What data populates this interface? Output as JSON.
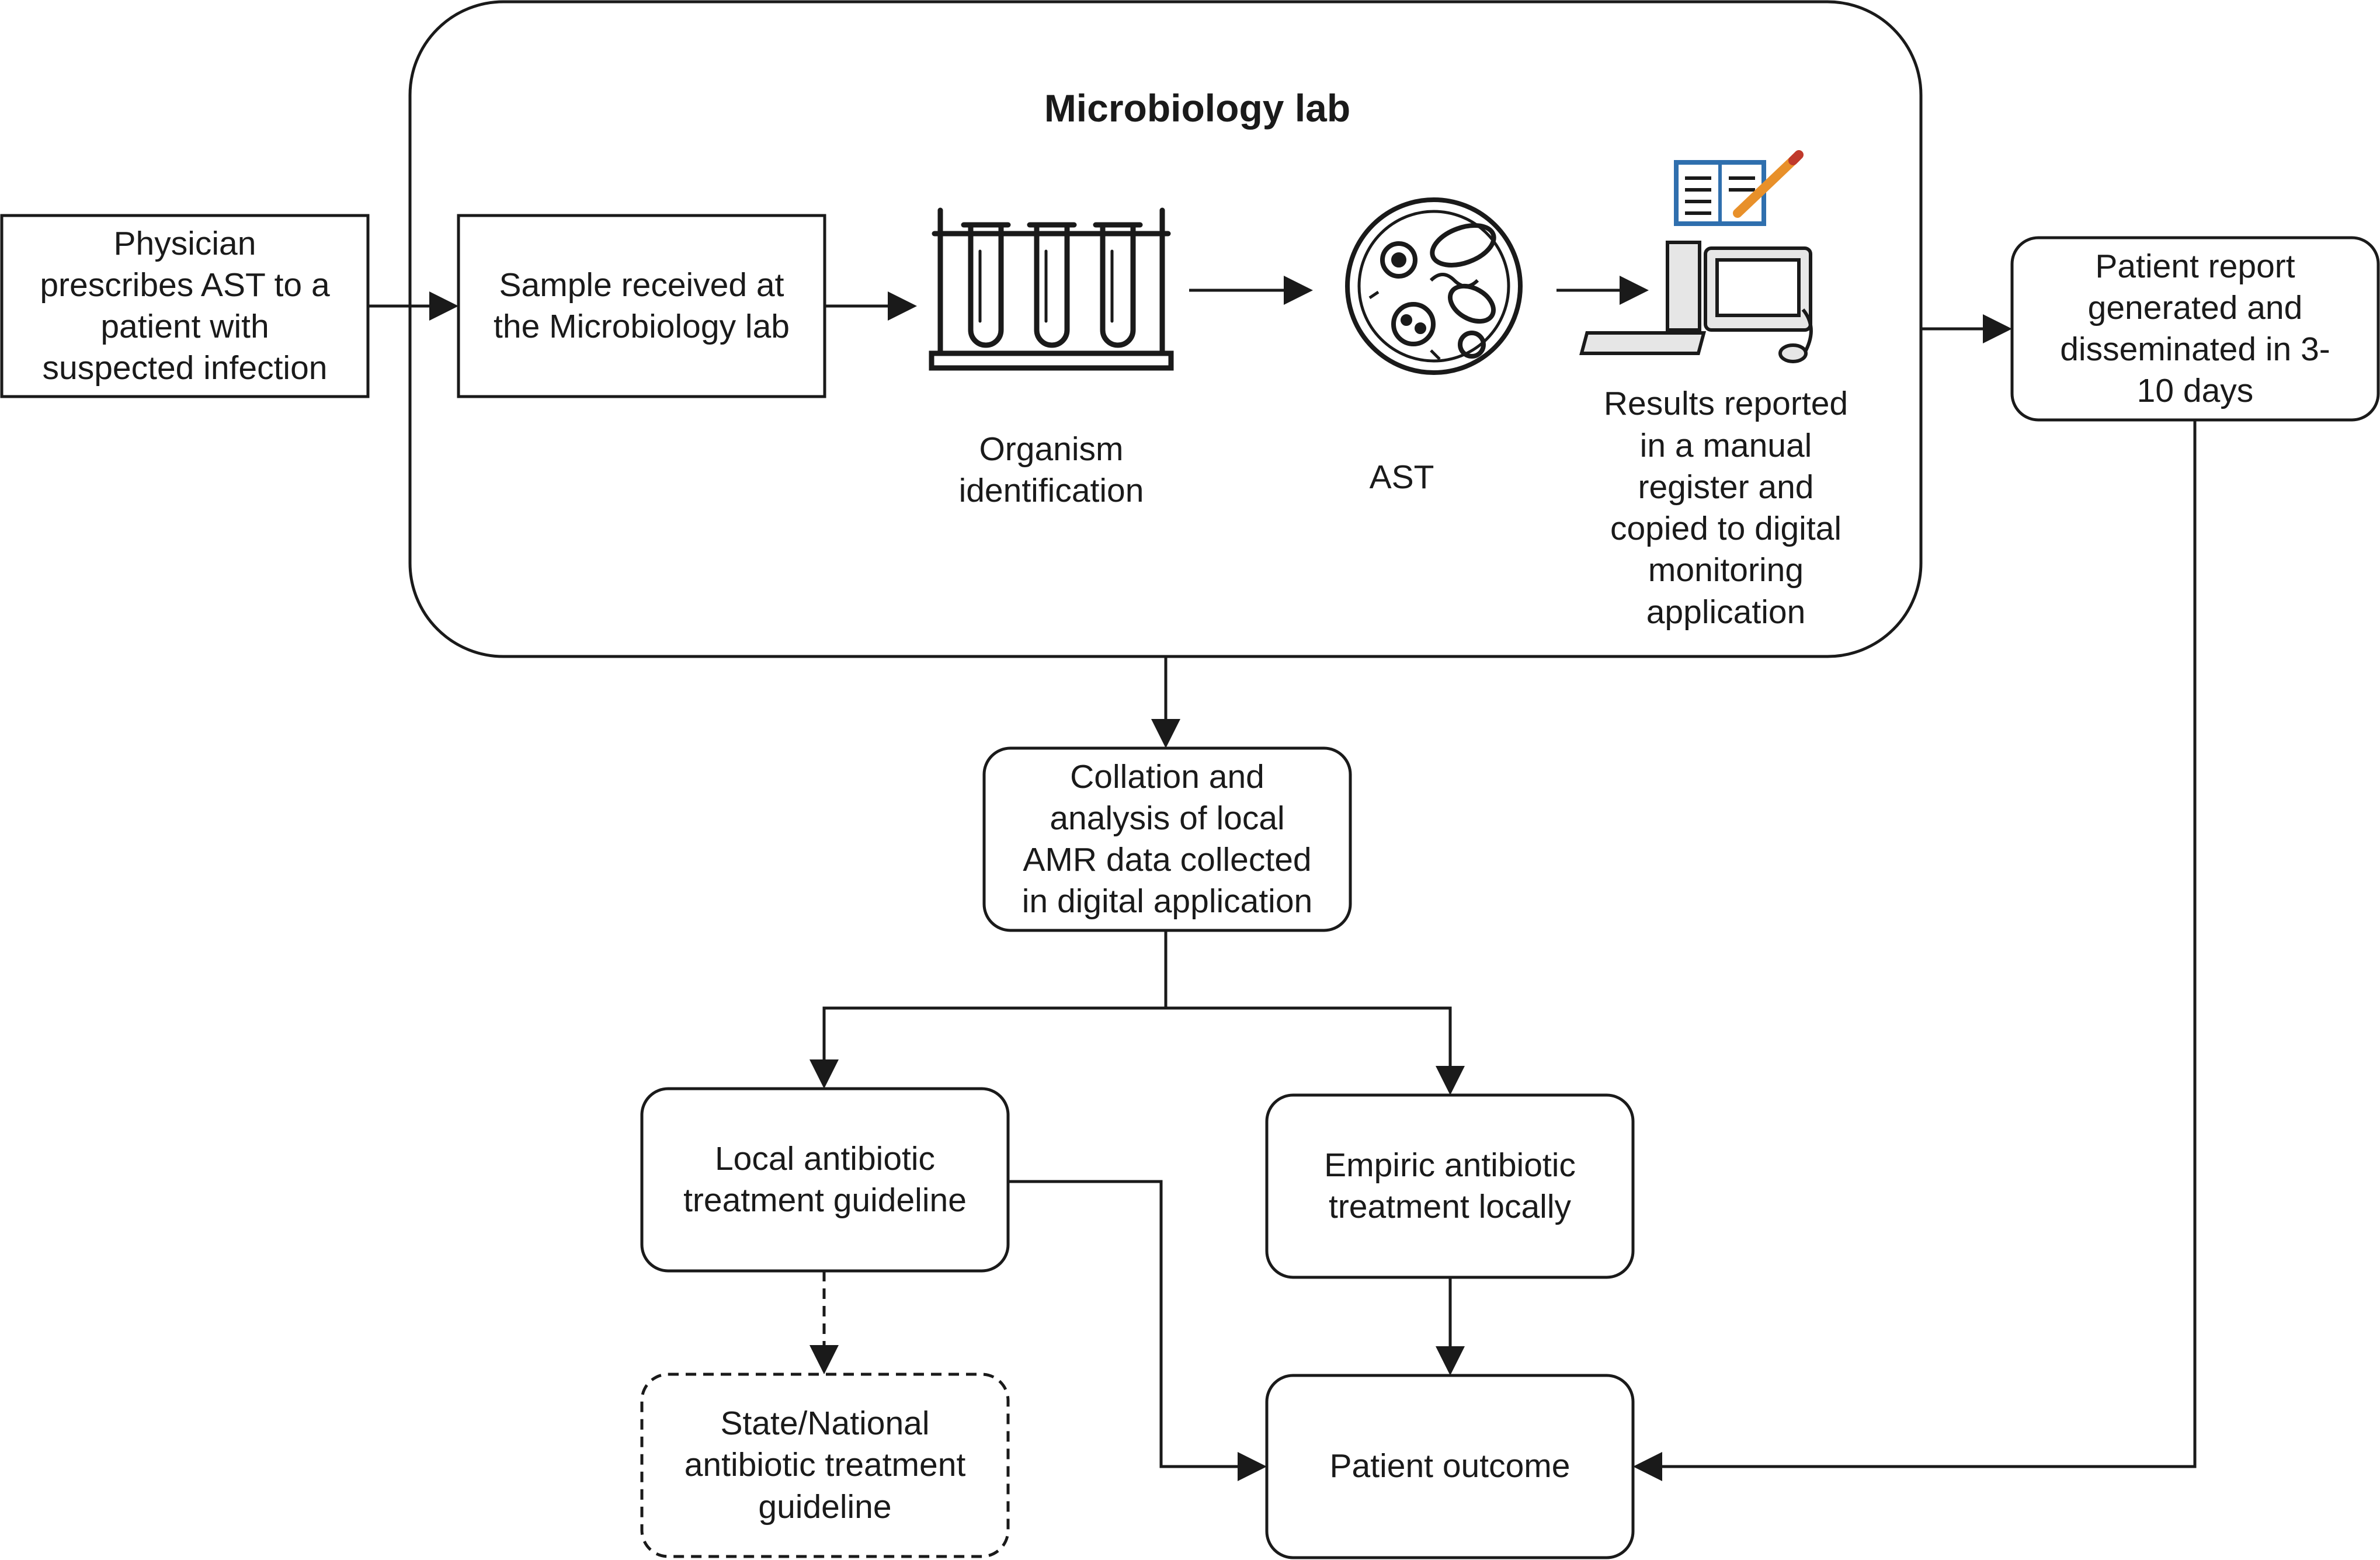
{
  "lab": {
    "title": "Microbiology lab"
  },
  "nodes": {
    "physician": "Physician\nprescribes AST to a\npatient with\nsuspected infection",
    "sample": "Sample received at\nthe Microbiology lab",
    "organism": "Organism\nidentification",
    "ast": "AST",
    "results": "Results reported\nin a manual\nregister and\ncopied to digital\nmonitoring\napplication",
    "report": "Patient report\ngenerated and\ndisseminated in 3-\n10 days",
    "collation": "Collation and\nanalysis of local\nAMR data collected\nin digital application",
    "local_guideline": "Local antibiotic\ntreatment guideline",
    "empiric": "Empiric antibiotic\ntreatment locally",
    "state_guideline": "State/National\nantibiotic treatment\nguideline",
    "outcome": "Patient outcome"
  },
  "icons": {
    "test_tubes": "test-tubes-icon",
    "microbe_dish": "petri-dish-microbes-icon",
    "register_book": "open-register-book-icon",
    "computer": "desktop-computer-icon"
  },
  "colors": {
    "stroke": "#1a1a1a",
    "text": "#1a1a1a",
    "register_blue": "#2f6fae",
    "pencil_orange": "#e8902a"
  }
}
